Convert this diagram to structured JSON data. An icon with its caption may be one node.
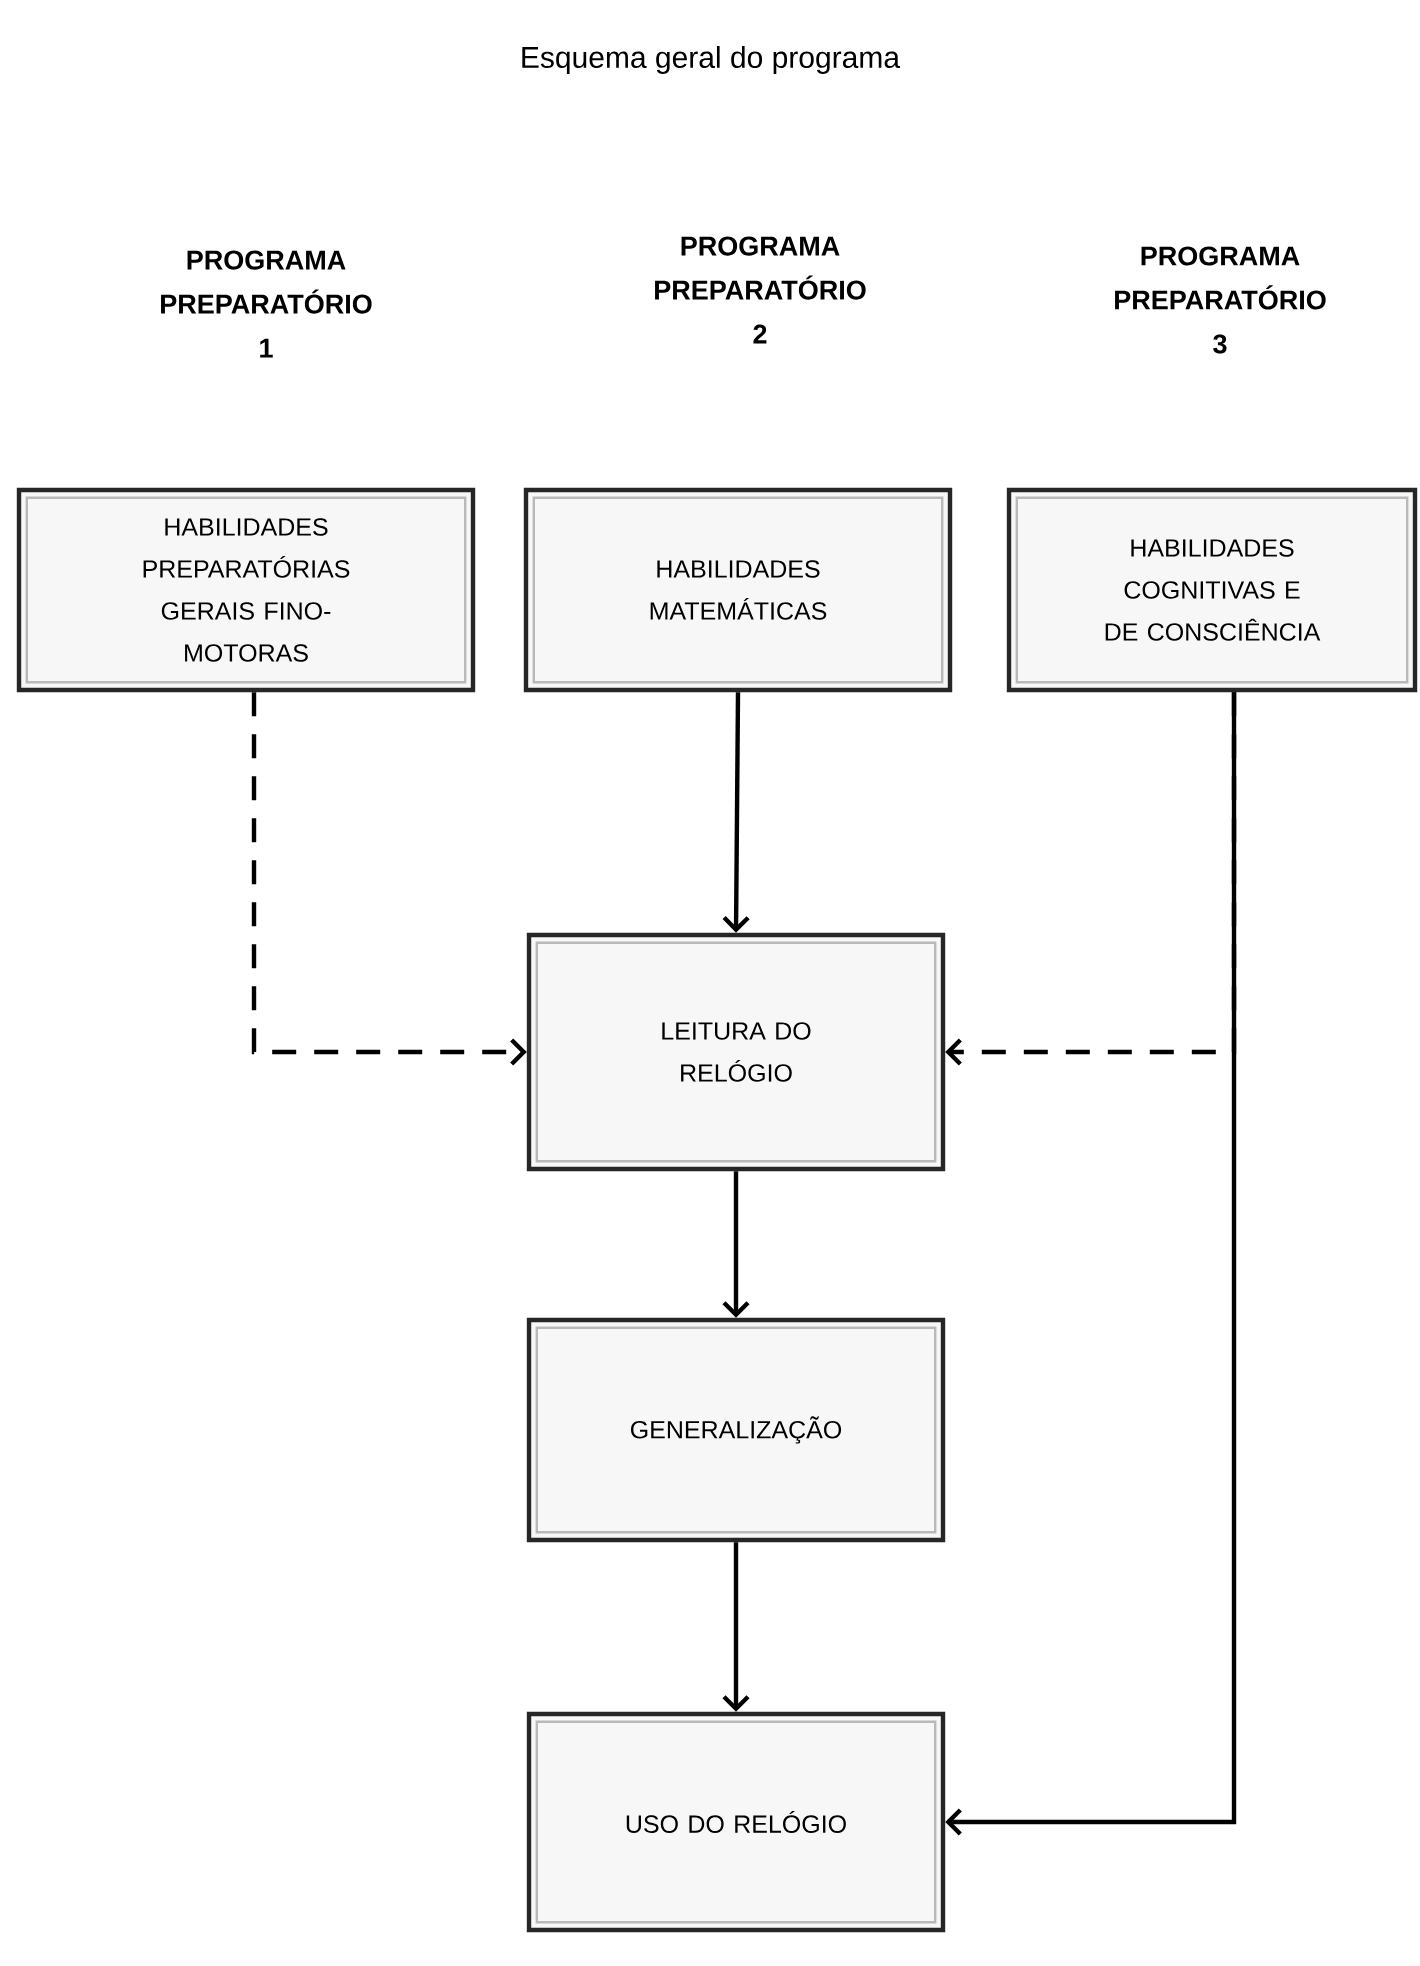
{
  "diagram": {
    "title": "Esquema geral do programa",
    "nodes": [
      {
        "text": [
          "HABILIDADES PREPARATÓRIAS GERAIS FINO-MOTORAS"
        ]
      },
      {
        "text": [
          "HABILIDADES MATEMÁTICAS"
        ]
      },
      {
        "text": [
          "HABILIDADES COGNITIVAS E DE CONSCIÊNCIA"
        ]
      },
      {
        "text": [
          "LEITURA DO RELÓGIO"
        ]
      },
      {
        "text": [
          "GENERALIZAÇÃO"
        ]
      },
      {
        "text": [
          "USO DO RELÓGIO"
        ]
      }
    ],
    "edges": [
      {
        "from": 0,
        "to": 3,
        "arrow": "to",
        "style": "dashed"
      },
      {
        "from": 1,
        "to": 3,
        "arrow": "to"
      },
      {
        "from": 2,
        "to": 3,
        "arrow": "to",
        "style": "dashed"
      },
      {
        "from": 3,
        "to": 4,
        "arrow": "to"
      },
      {
        "from": 4,
        "to": 5,
        "arrow": "to"
      },
      {
        "from": 2,
        "to": 5,
        "arrow": "to"
      }
    ],
    "labels": [
      "PROGRAMA PREPARATÓRIO 1",
      "PROGRAMA PREPARATÓRIO 2",
      "PROGRAMA PREPARATÓRIO 3"
    ]
  }
}
